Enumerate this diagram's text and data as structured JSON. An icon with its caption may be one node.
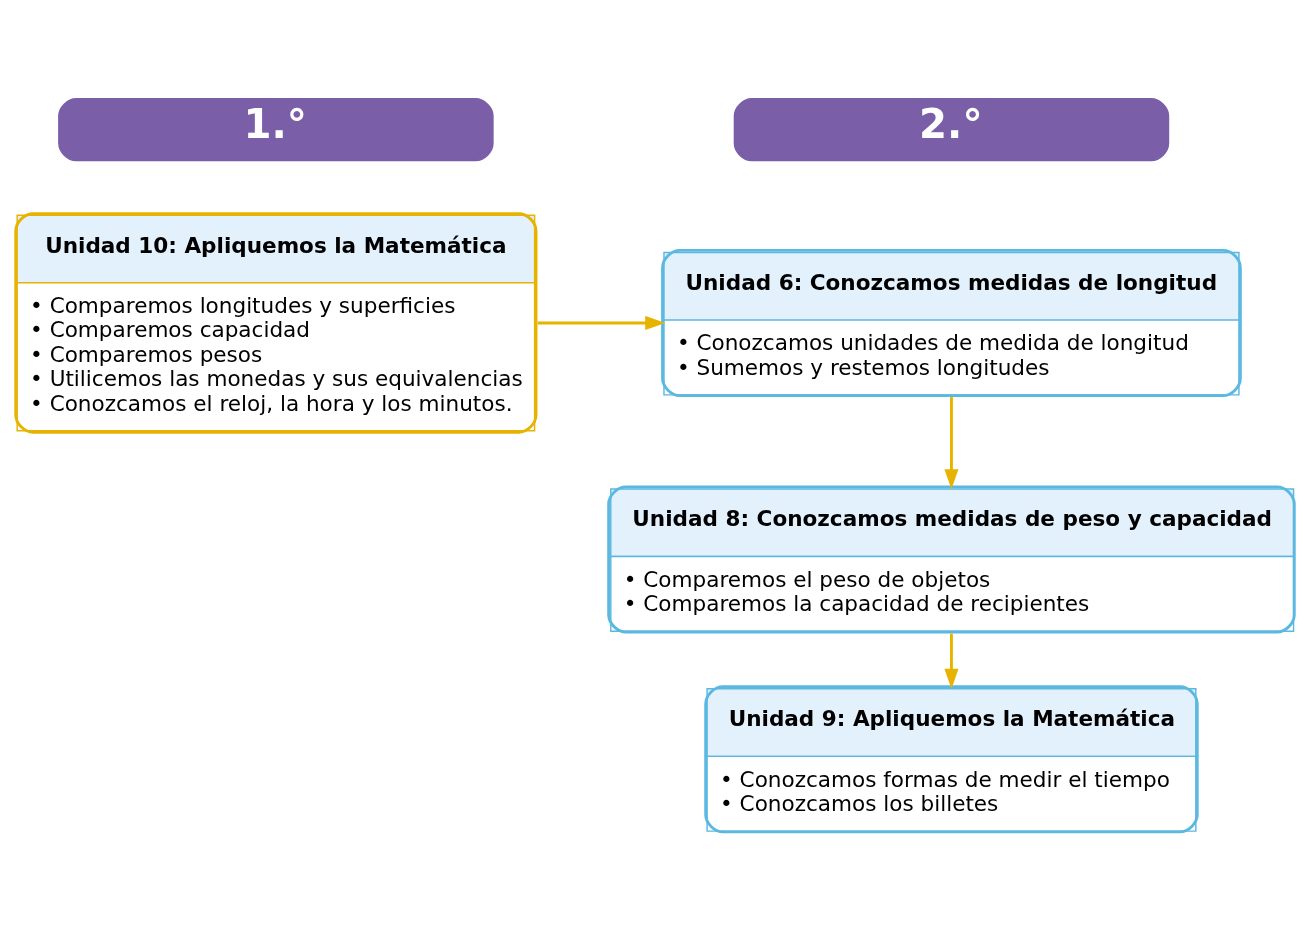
{
  "diagram": {
    "nodes": [
      {
        "text": [
          "1.°"
        ]
      },
      {
        "text": [
          "2.°"
        ]
      },
      {
        "text": [
          "Unidad 10: Apliquemos la Matemática",
          "• Comparemos longitudes y superficies",
          "• Comparemos capacidad",
          "• Comparemos pesos",
          "• Utilicemos las monedas y sus equivalencias",
          "• Conozcamos el reloj, la hora y los minutos."
        ]
      },
      {
        "text": [
          "Unidad 6: Conozcamos medidas de longitud",
          "• Conozcamos unidades de medida de longitud",
          "• Sumemos y restemos longitudes"
        ]
      },
      {
        "text": [
          "Unidad 8: Conozcamos medidas de peso y capacidad",
          "• Comparemos el peso de objetos",
          "• Comparemos la capacidad de recipientes"
        ]
      },
      {
        "text": [
          "Unidad 9: Apliquemos la Matemática",
          "• Conozcamos formas de medir el tiempo",
          "• Conozcamos los billetes"
        ]
      }
    ],
    "edges": [
      {
        "from": 2,
        "to": 3,
        "arrow": "to"
      },
      {
        "from": 3,
        "to": 4,
        "arrow": "to"
      },
      {
        "from": 4,
        "to": 5,
        "arrow": "to"
      }
    ]
  }
}
